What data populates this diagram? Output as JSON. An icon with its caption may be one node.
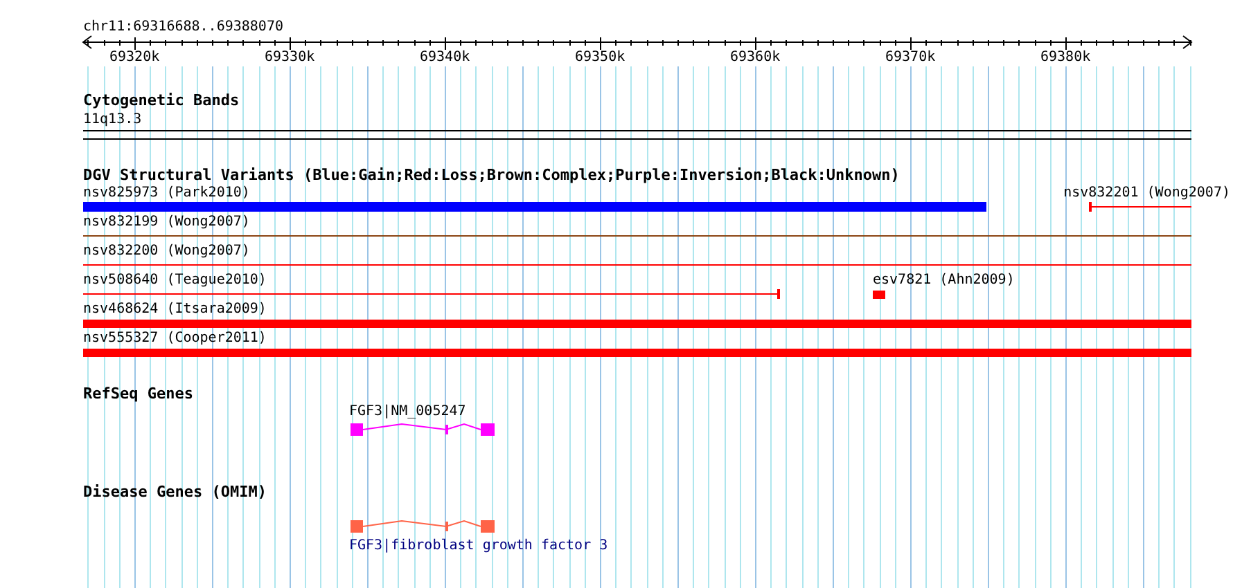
{
  "diagram": {
    "labels": [
      "chr11:69316688..69388070",
      "69320k",
      "69330k",
      "69340k",
      "69350k",
      "69360k",
      "69370k",
      "69380k",
      "Cytogenetic Bands",
      "11q13.3",
      "DGV Structural Variants (Blue:Gain;Red:Loss;Brown:Complex;Purple:Inversion;Black:Unknown)",
      "nsv825973 (Park2010)",
      "nsv832201 (Wong2007)",
      "nsv832199 (Wong2007)",
      "nsv832200 (Wong2007)",
      "nsv508640 (Teague2010)",
      "esv7821 (Ahn2009)",
      "nsv468624 (Itsara2009)",
      "nsv555327 (Cooper2011)",
      "RefSeq Genes",
      "FGF3|NM_005247",
      "Disease Genes (OMIM)",
      "FGF3|fibroblast growth factor 3"
    ]
  }
}
